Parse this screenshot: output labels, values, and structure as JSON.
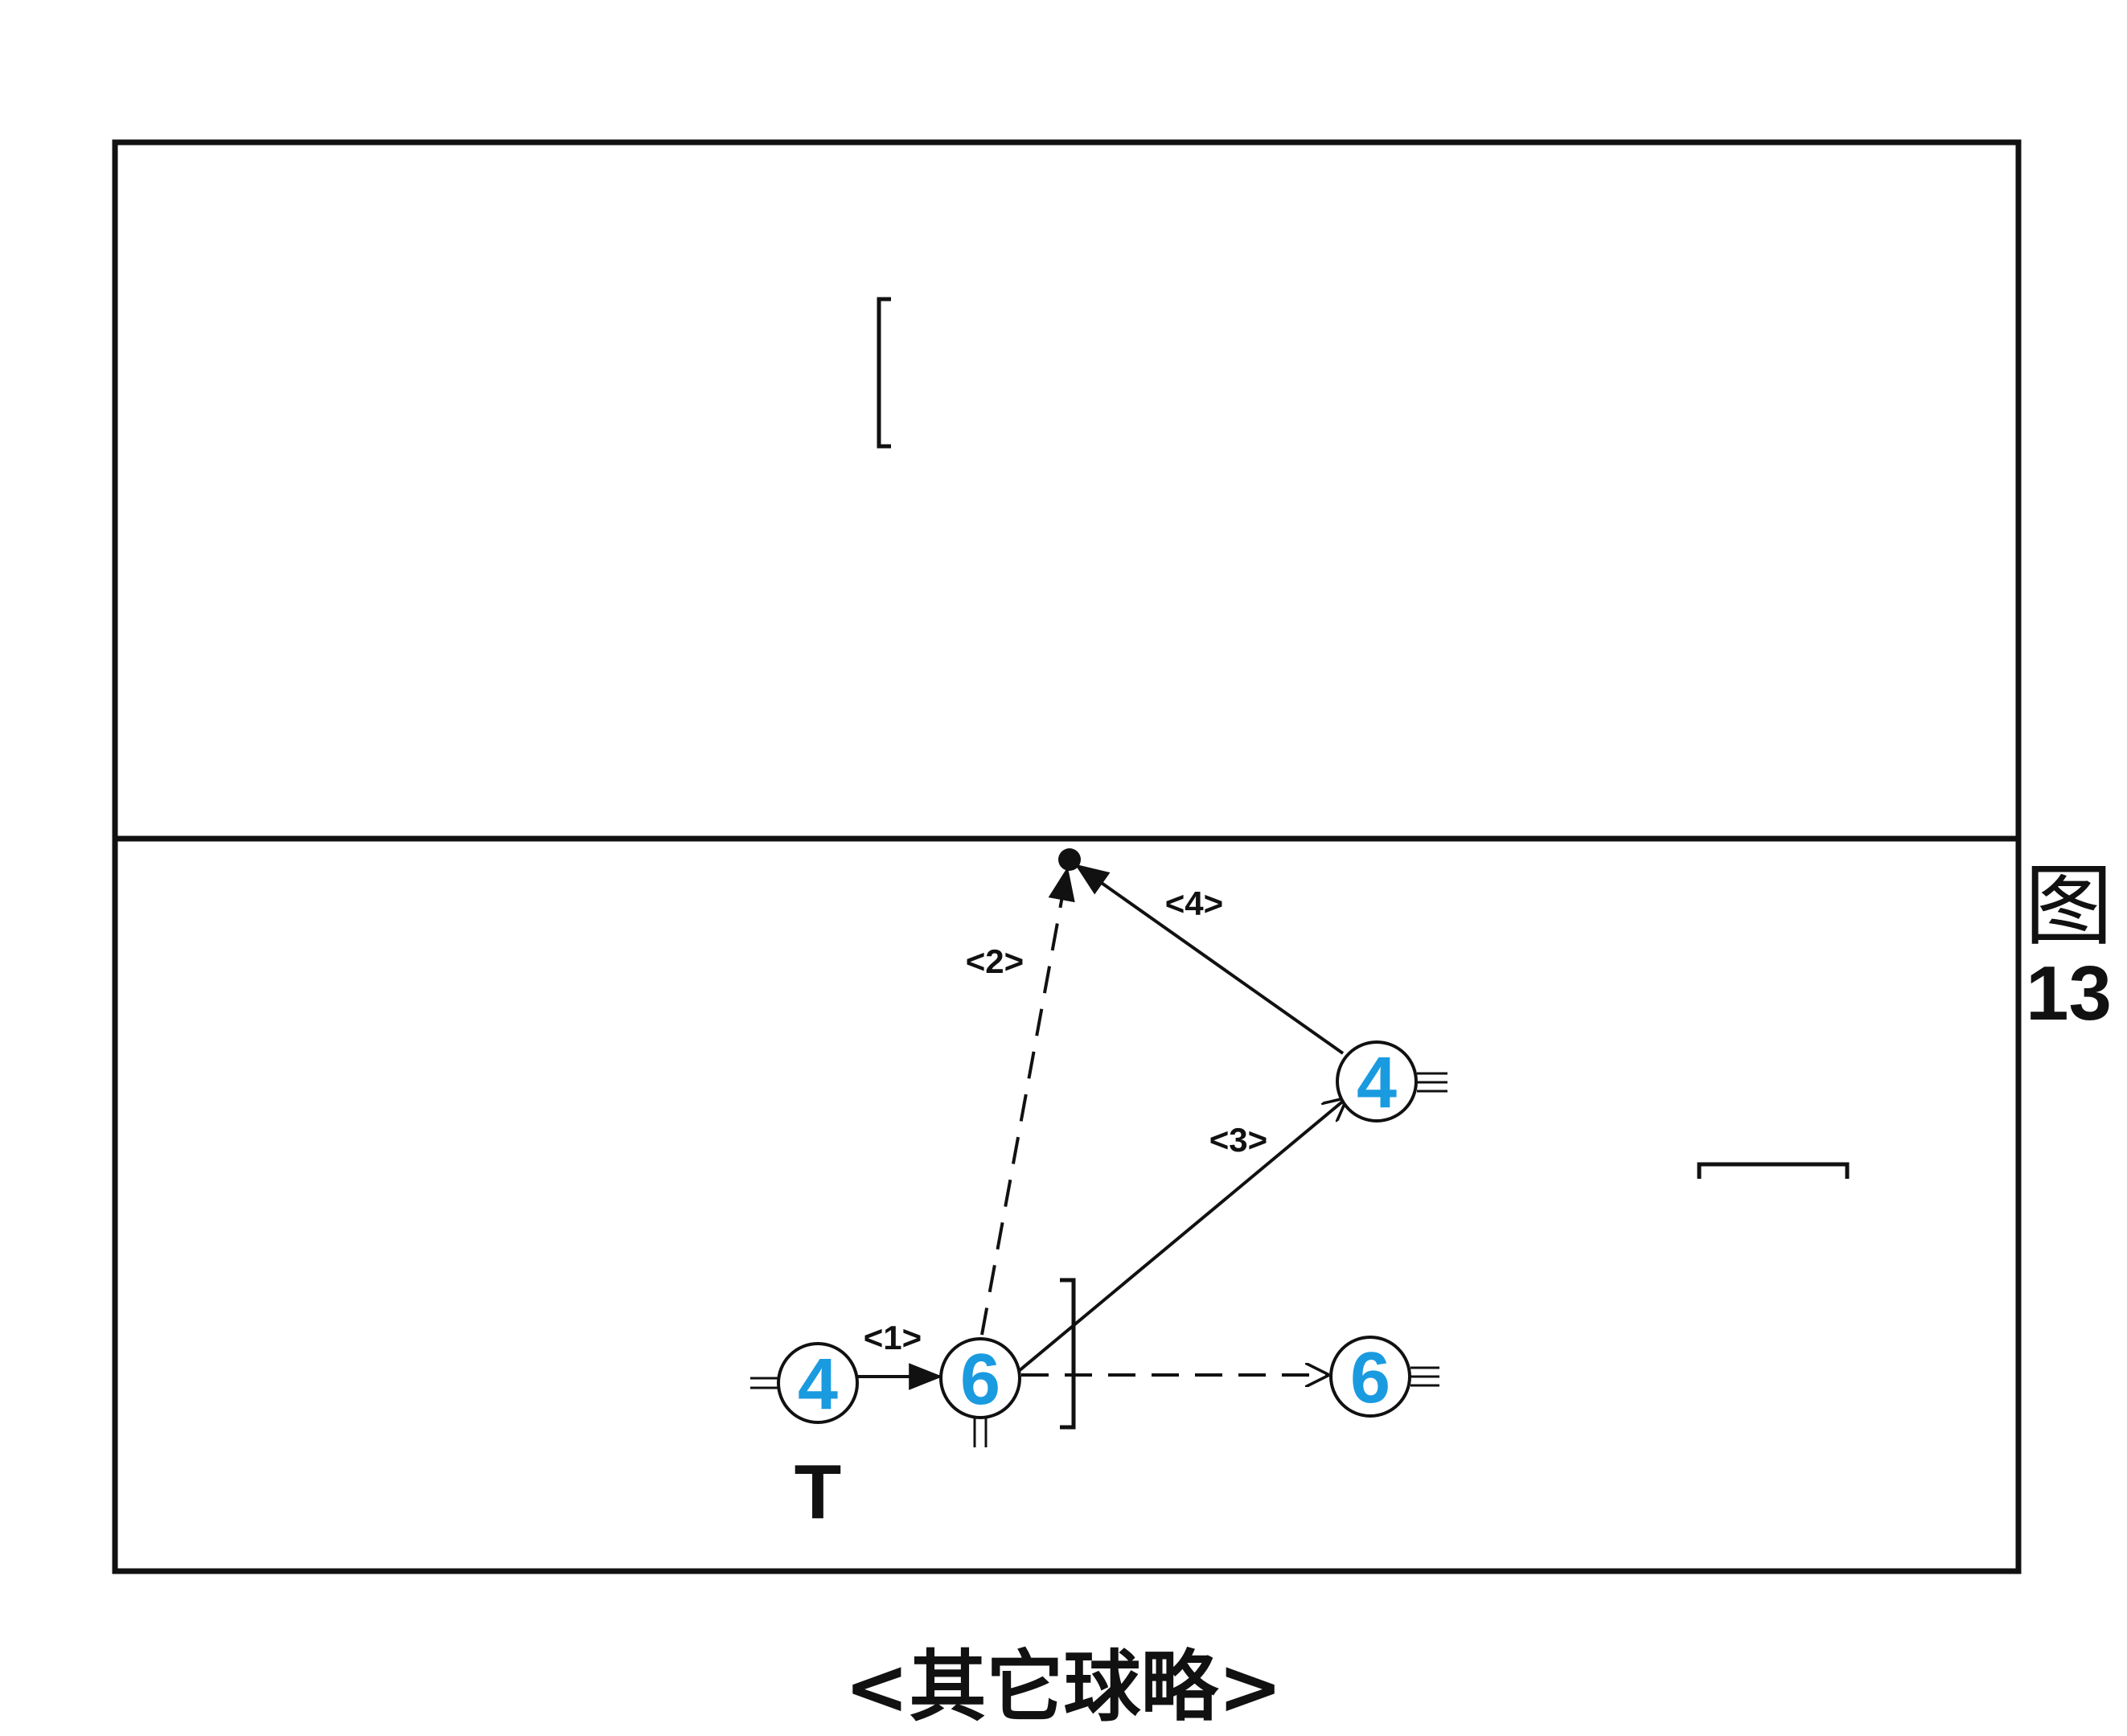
{
  "figure": {
    "char": "图",
    "number": "13"
  },
  "caption": "<其它球略>",
  "players": [
    {
      "id": "p4-start",
      "number": "4",
      "marker": "T"
    },
    {
      "id": "p6-start",
      "number": "6"
    },
    {
      "id": "p4-end",
      "number": "4"
    },
    {
      "id": "p6-end",
      "number": "6"
    }
  ],
  "steps": [
    "<1>",
    "<2>",
    "<3>",
    "<4>"
  ],
  "colors": {
    "player_number": "#1a9be0",
    "lines": "#111111"
  }
}
